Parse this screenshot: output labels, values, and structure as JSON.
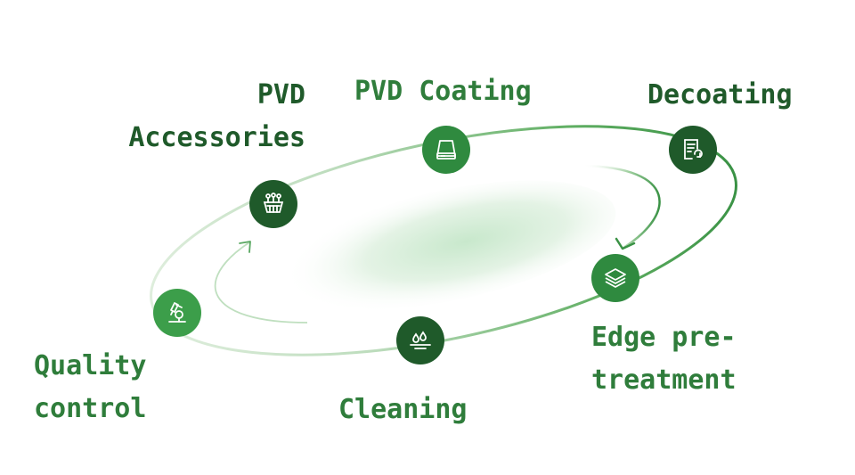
{
  "colors": {
    "dark": "#1f5a2a",
    "mid": "#2f8a3f",
    "light": "#3c9e4a",
    "text_dark": "#1f5a2a",
    "text_mid": "#2f7d3b"
  },
  "steps": [
    {
      "label": "PVD\nAccessories",
      "icon": "pvd-fixture-icon"
    },
    {
      "label": "PVD Coating",
      "icon": "coating-chamber-icon"
    },
    {
      "label": "Decoating",
      "icon": "decoating-document-icon"
    },
    {
      "label": "Edge pre-\ntreatment",
      "icon": "layers-icon"
    },
    {
      "label": "Cleaning",
      "icon": "water-drops-icon"
    },
    {
      "label": "Quality\ncontrol",
      "icon": "microscope-icon"
    }
  ]
}
